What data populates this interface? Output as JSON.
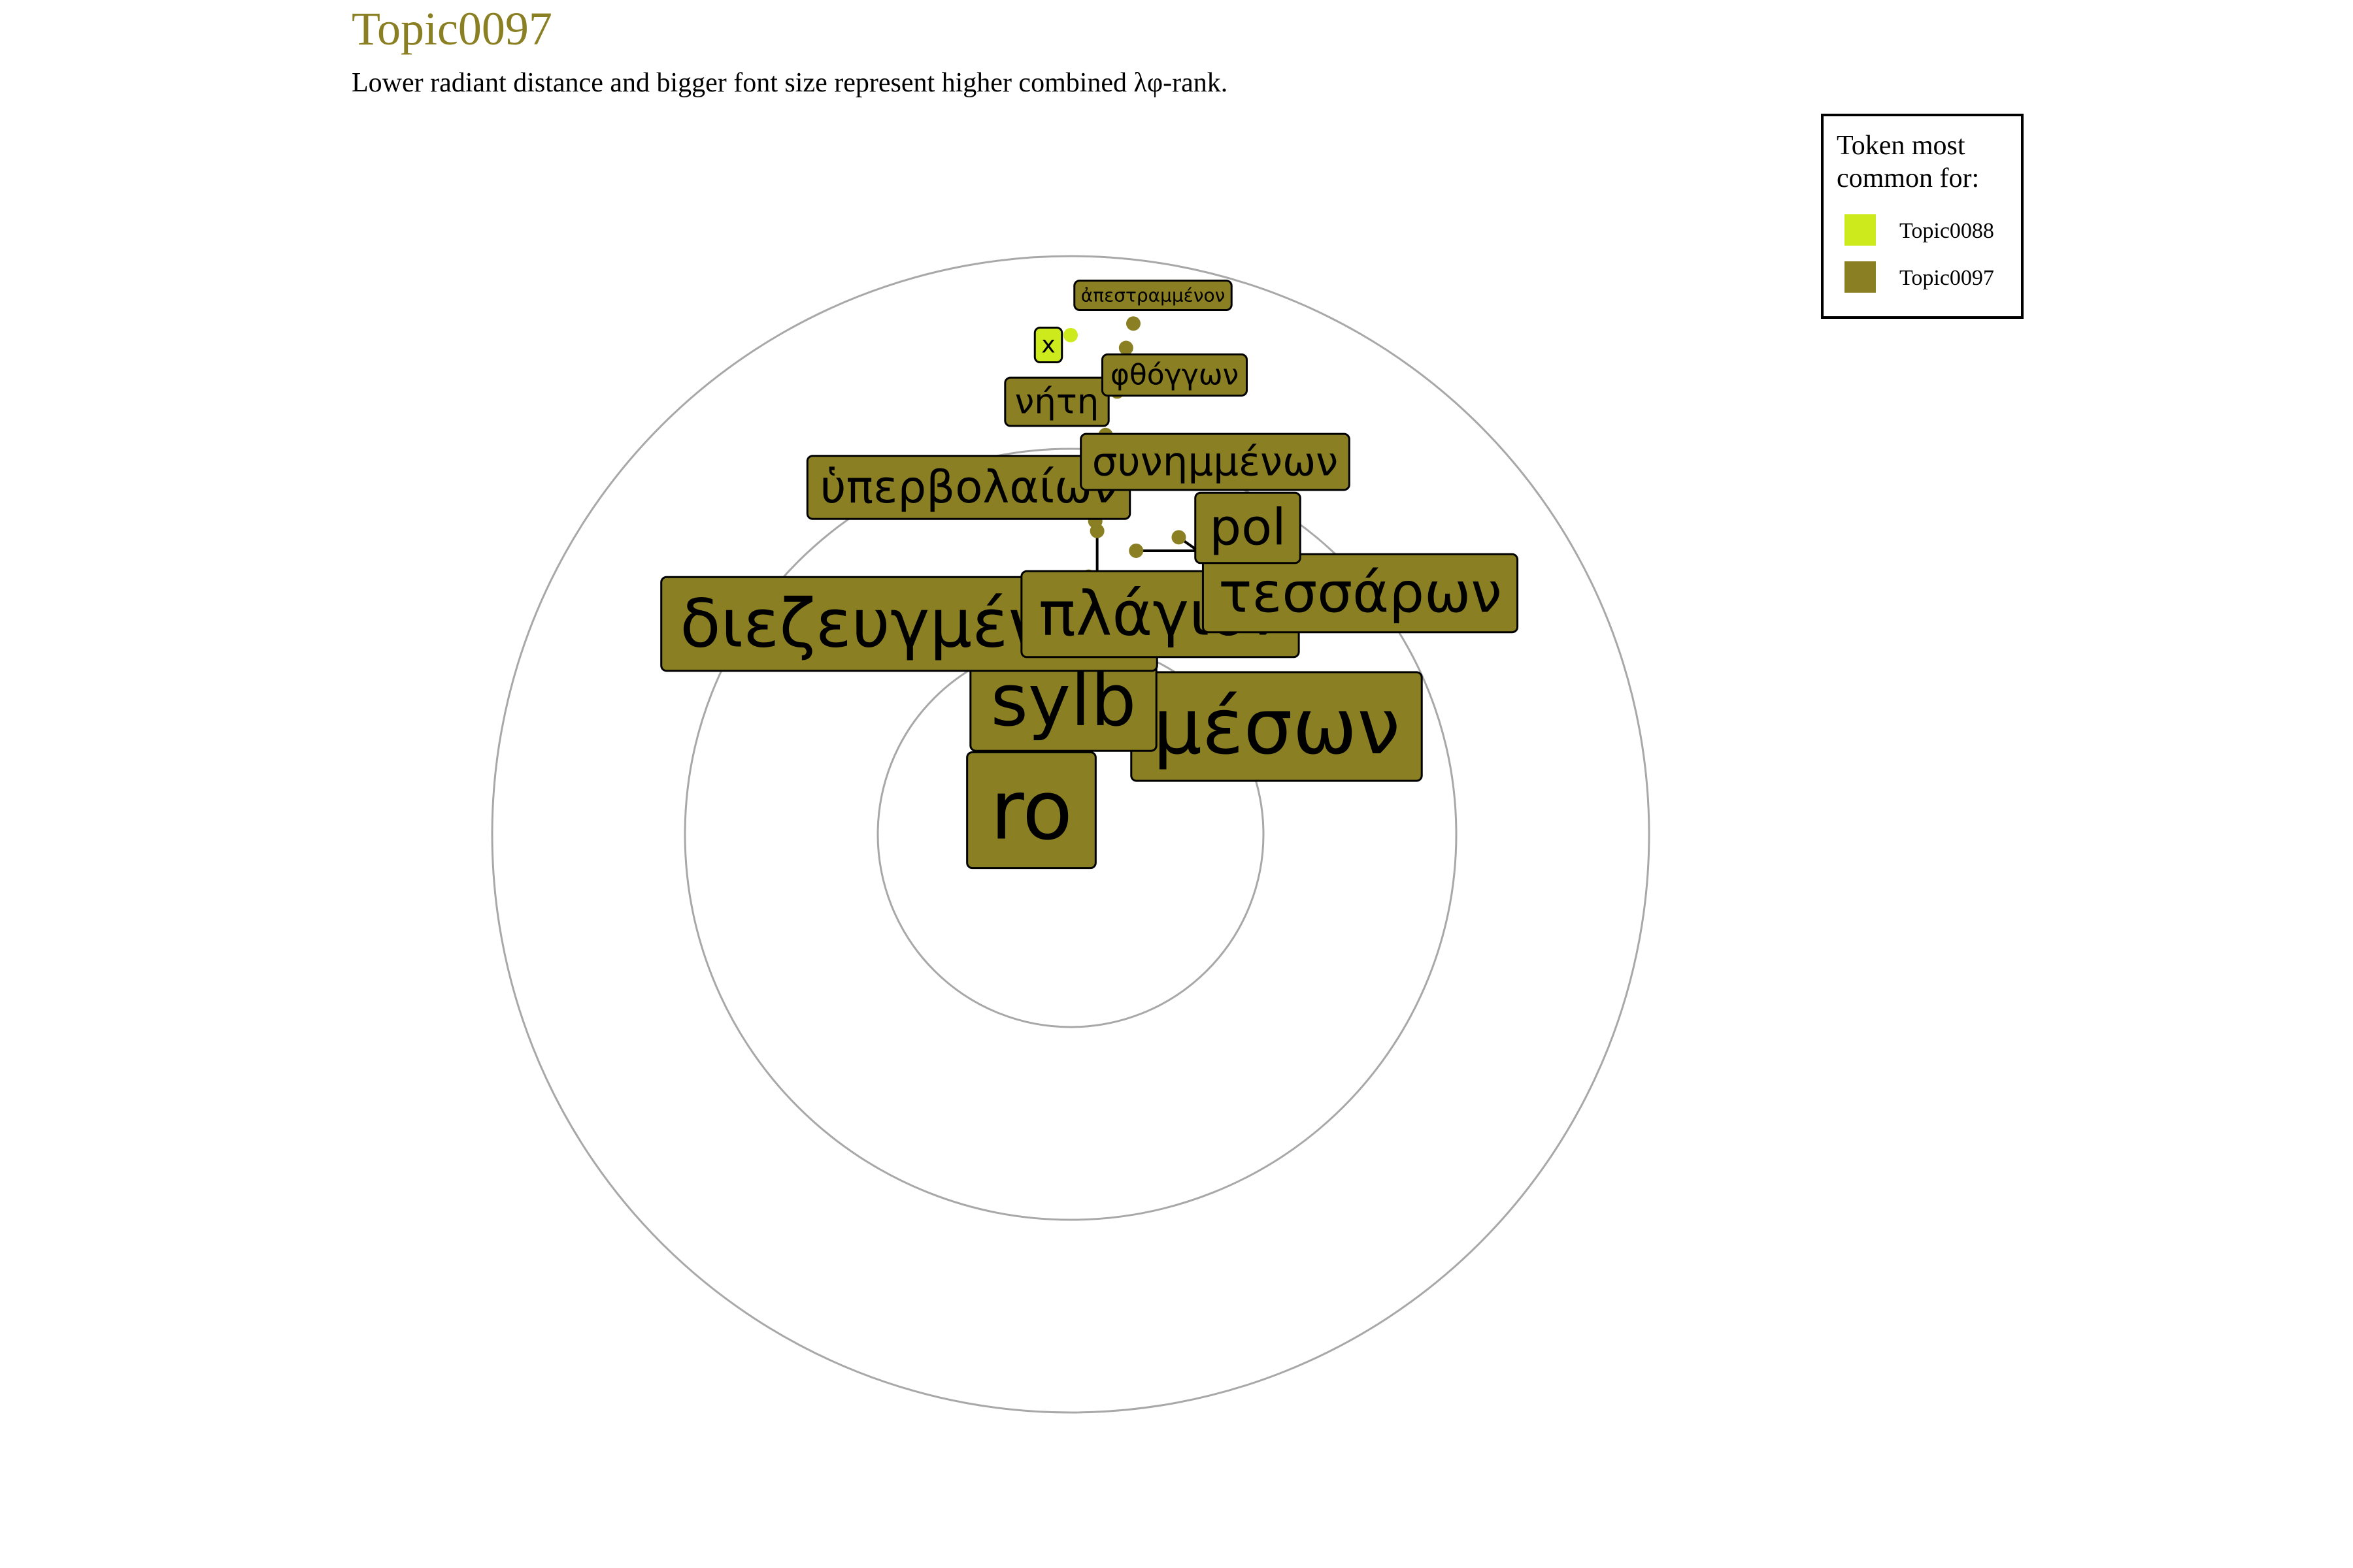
{
  "chart_data": {
    "type": "scatter",
    "title": "Topic0097",
    "subtitle": "Lower radiant distance and bigger font size represent higher combined λφ-rank.",
    "legend": {
      "title_line1": "Token most",
      "title_line2": "common for:",
      "position": "top-right",
      "entries": [
        {
          "name": "Topic0088",
          "color": "#cdea1d"
        },
        {
          "name": "Topic0097",
          "color": "#8a7f22"
        }
      ]
    },
    "rings": [
      1,
      2,
      3
    ],
    "grid": true,
    "points": [
      {
        "token": "ro",
        "r": 0.4,
        "angle_deg": 2,
        "rank": 1,
        "topic": "Topic0097"
      },
      {
        "token": "μέσων",
        "r": 0.82,
        "angle_deg": 36,
        "rank": 2,
        "topic": "Topic0097"
      },
      {
        "token": "sylb",
        "r": 0.92,
        "angle_deg": 3,
        "rank": 3,
        "topic": "Topic0097"
      },
      {
        "token": "διεζευγμένων",
        "r": 1.34,
        "angle_deg": 4,
        "rank": 4,
        "topic": "Topic0097"
      },
      {
        "token": "πλάγιον",
        "r": 1.58,
        "angle_deg": 5,
        "rank": 5,
        "topic": "Topic0097"
      },
      {
        "token": "τεσσάρων",
        "r": 1.64,
        "angle_deg": 20,
        "rank": 6,
        "topic": "Topic0097"
      },
      {
        "token": "pol",
        "r": 1.51,
        "angle_deg": 13,
        "rank": 7,
        "topic": "Topic0097"
      },
      {
        "token": "ὑπερβολαίων",
        "r": 1.63,
        "angle_deg": 4.5,
        "rank": 8,
        "topic": "Topic0097"
      },
      {
        "token": "συνημμένων",
        "r": 2.08,
        "angle_deg": 5,
        "rank": 9,
        "topic": "Topic0097"
      },
      {
        "token": "νήτη",
        "r": 2.31,
        "angle_deg": 6,
        "rank": 10,
        "topic": "Topic0097"
      },
      {
        "token": "φθόγγων",
        "r": 2.54,
        "angle_deg": 6.5,
        "rank": 11,
        "topic": "Topic0097"
      },
      {
        "token": "x",
        "r": 2.59,
        "angle_deg": 0,
        "rank": 12,
        "topic": "Topic0088"
      },
      {
        "token": "ἀπεστραμμένον",
        "r": 2.67,
        "angle_deg": 7,
        "rank": 13,
        "topic": "Topic0097"
      }
    ]
  }
}
